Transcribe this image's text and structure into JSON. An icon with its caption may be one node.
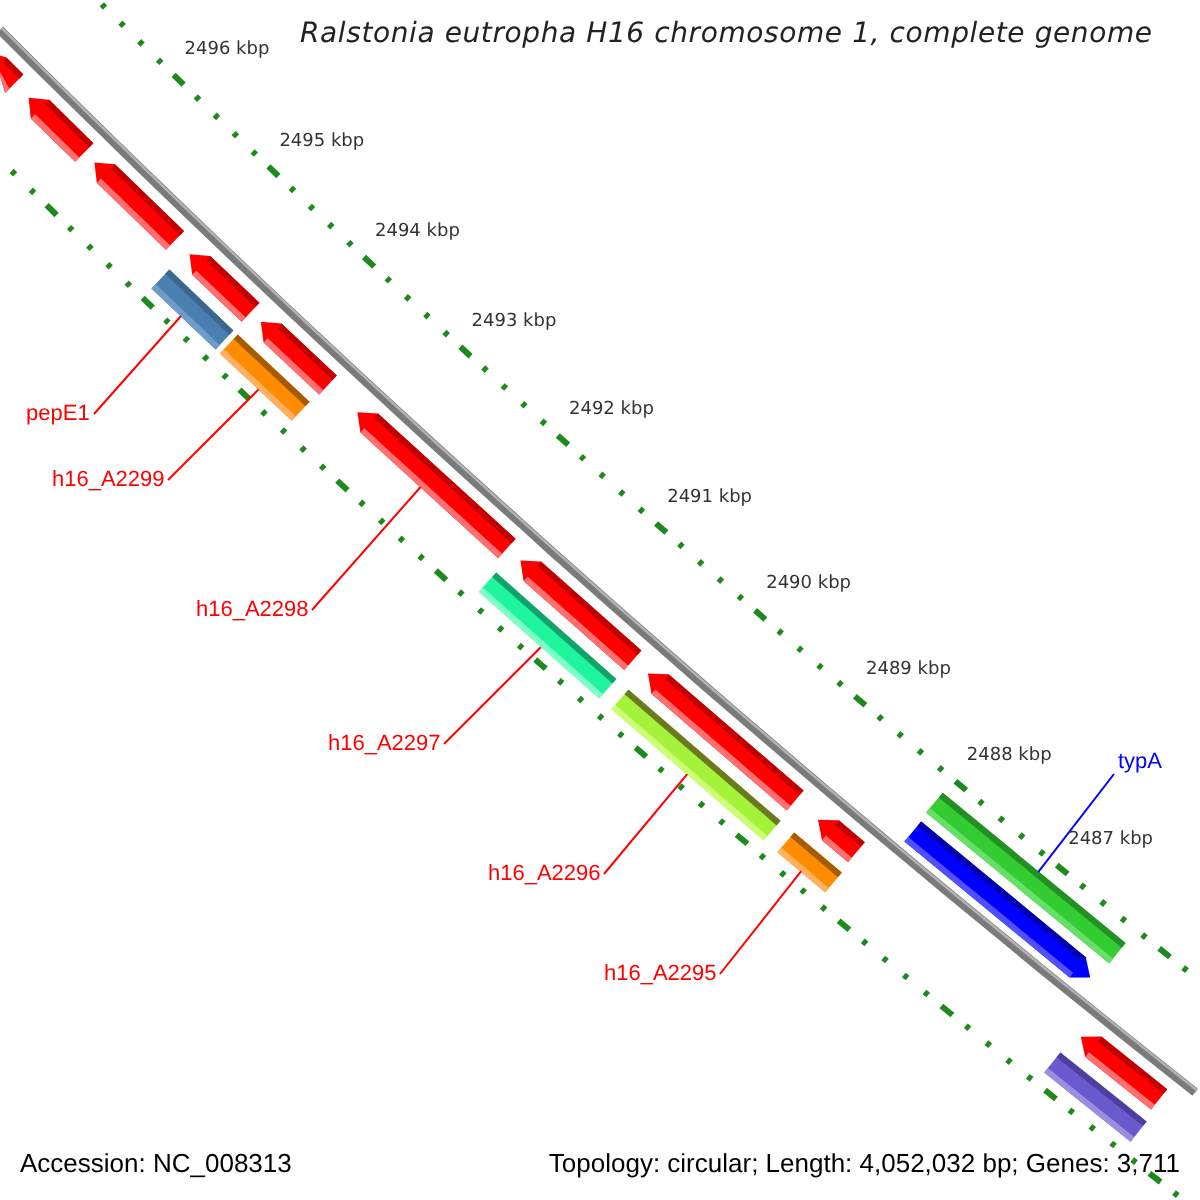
{
  "diagram": {
    "title": "Ralstonia eutropha H16 chromosome 1, complete genome",
    "nodes": [
      {
        "text": [],
        "shape": "pentagon"
      },
      {
        "text": [],
        "shape": "pentagon"
      },
      {
        "text": [],
        "shape": "pentagon"
      },
      {
        "text": [],
        "shape": "pentagon"
      },
      {
        "text": [],
        "shape": "bar"
      },
      {
        "text": [],
        "shape": "pentagon"
      },
      {
        "text": [],
        "shape": "bar"
      },
      {
        "text": [],
        "shape": "pentagon"
      },
      {
        "text": [],
        "shape": "pentagon"
      },
      {
        "text": [],
        "shape": "bar"
      },
      {
        "text": [],
        "shape": "pentagon"
      },
      {
        "text": [],
        "shape": "bar"
      },
      {
        "text": [],
        "shape": "pentagon"
      },
      {
        "text": [],
        "shape": "bar"
      },
      {
        "text": [],
        "shape": "bar"
      },
      {
        "text": [],
        "shape": "pentagon"
      },
      {
        "text": [],
        "shape": "pentagon"
      },
      {
        "text": [],
        "shape": "bar"
      },
      {
        "text": [
          "pepE1"
        ]
      },
      {
        "text": [
          "h16_A2299"
        ]
      },
      {
        "text": [
          "h16_A2298"
        ]
      },
      {
        "text": [
          "h16_A2297"
        ]
      },
      {
        "text": [
          "h16_A2296"
        ]
      },
      {
        "text": [
          "h16_A2295"
        ]
      },
      {
        "text": [
          "typA"
        ]
      }
    ],
    "edges": [
      {
        "from": 18,
        "to": 4,
        "arrow": "none"
      },
      {
        "from": 19,
        "to": 6,
        "arrow": "none"
      },
      {
        "from": 20,
        "to": 7,
        "arrow": "none"
      },
      {
        "from": 21,
        "to": 9,
        "arrow": "none"
      },
      {
        "from": 22,
        "to": 11,
        "arrow": "none"
      },
      {
        "from": 23,
        "to": 13,
        "arrow": "none"
      },
      {
        "from": 24,
        "to": 14,
        "arrow": "none",
        "color": "#0000ff"
      }
    ],
    "labels": [
      "2496 kbp",
      "2495 kbp",
      "2494 kbp",
      "2493 kbp",
      "2492 kbp",
      "2491 kbp",
      "2490 kbp",
      "2489 kbp",
      "2488 kbp",
      "2487 kbp",
      "Accession: NC_008313",
      "Topology: circular; Length: 4,052,032 bp; Genes: 3,711"
    ]
  }
}
